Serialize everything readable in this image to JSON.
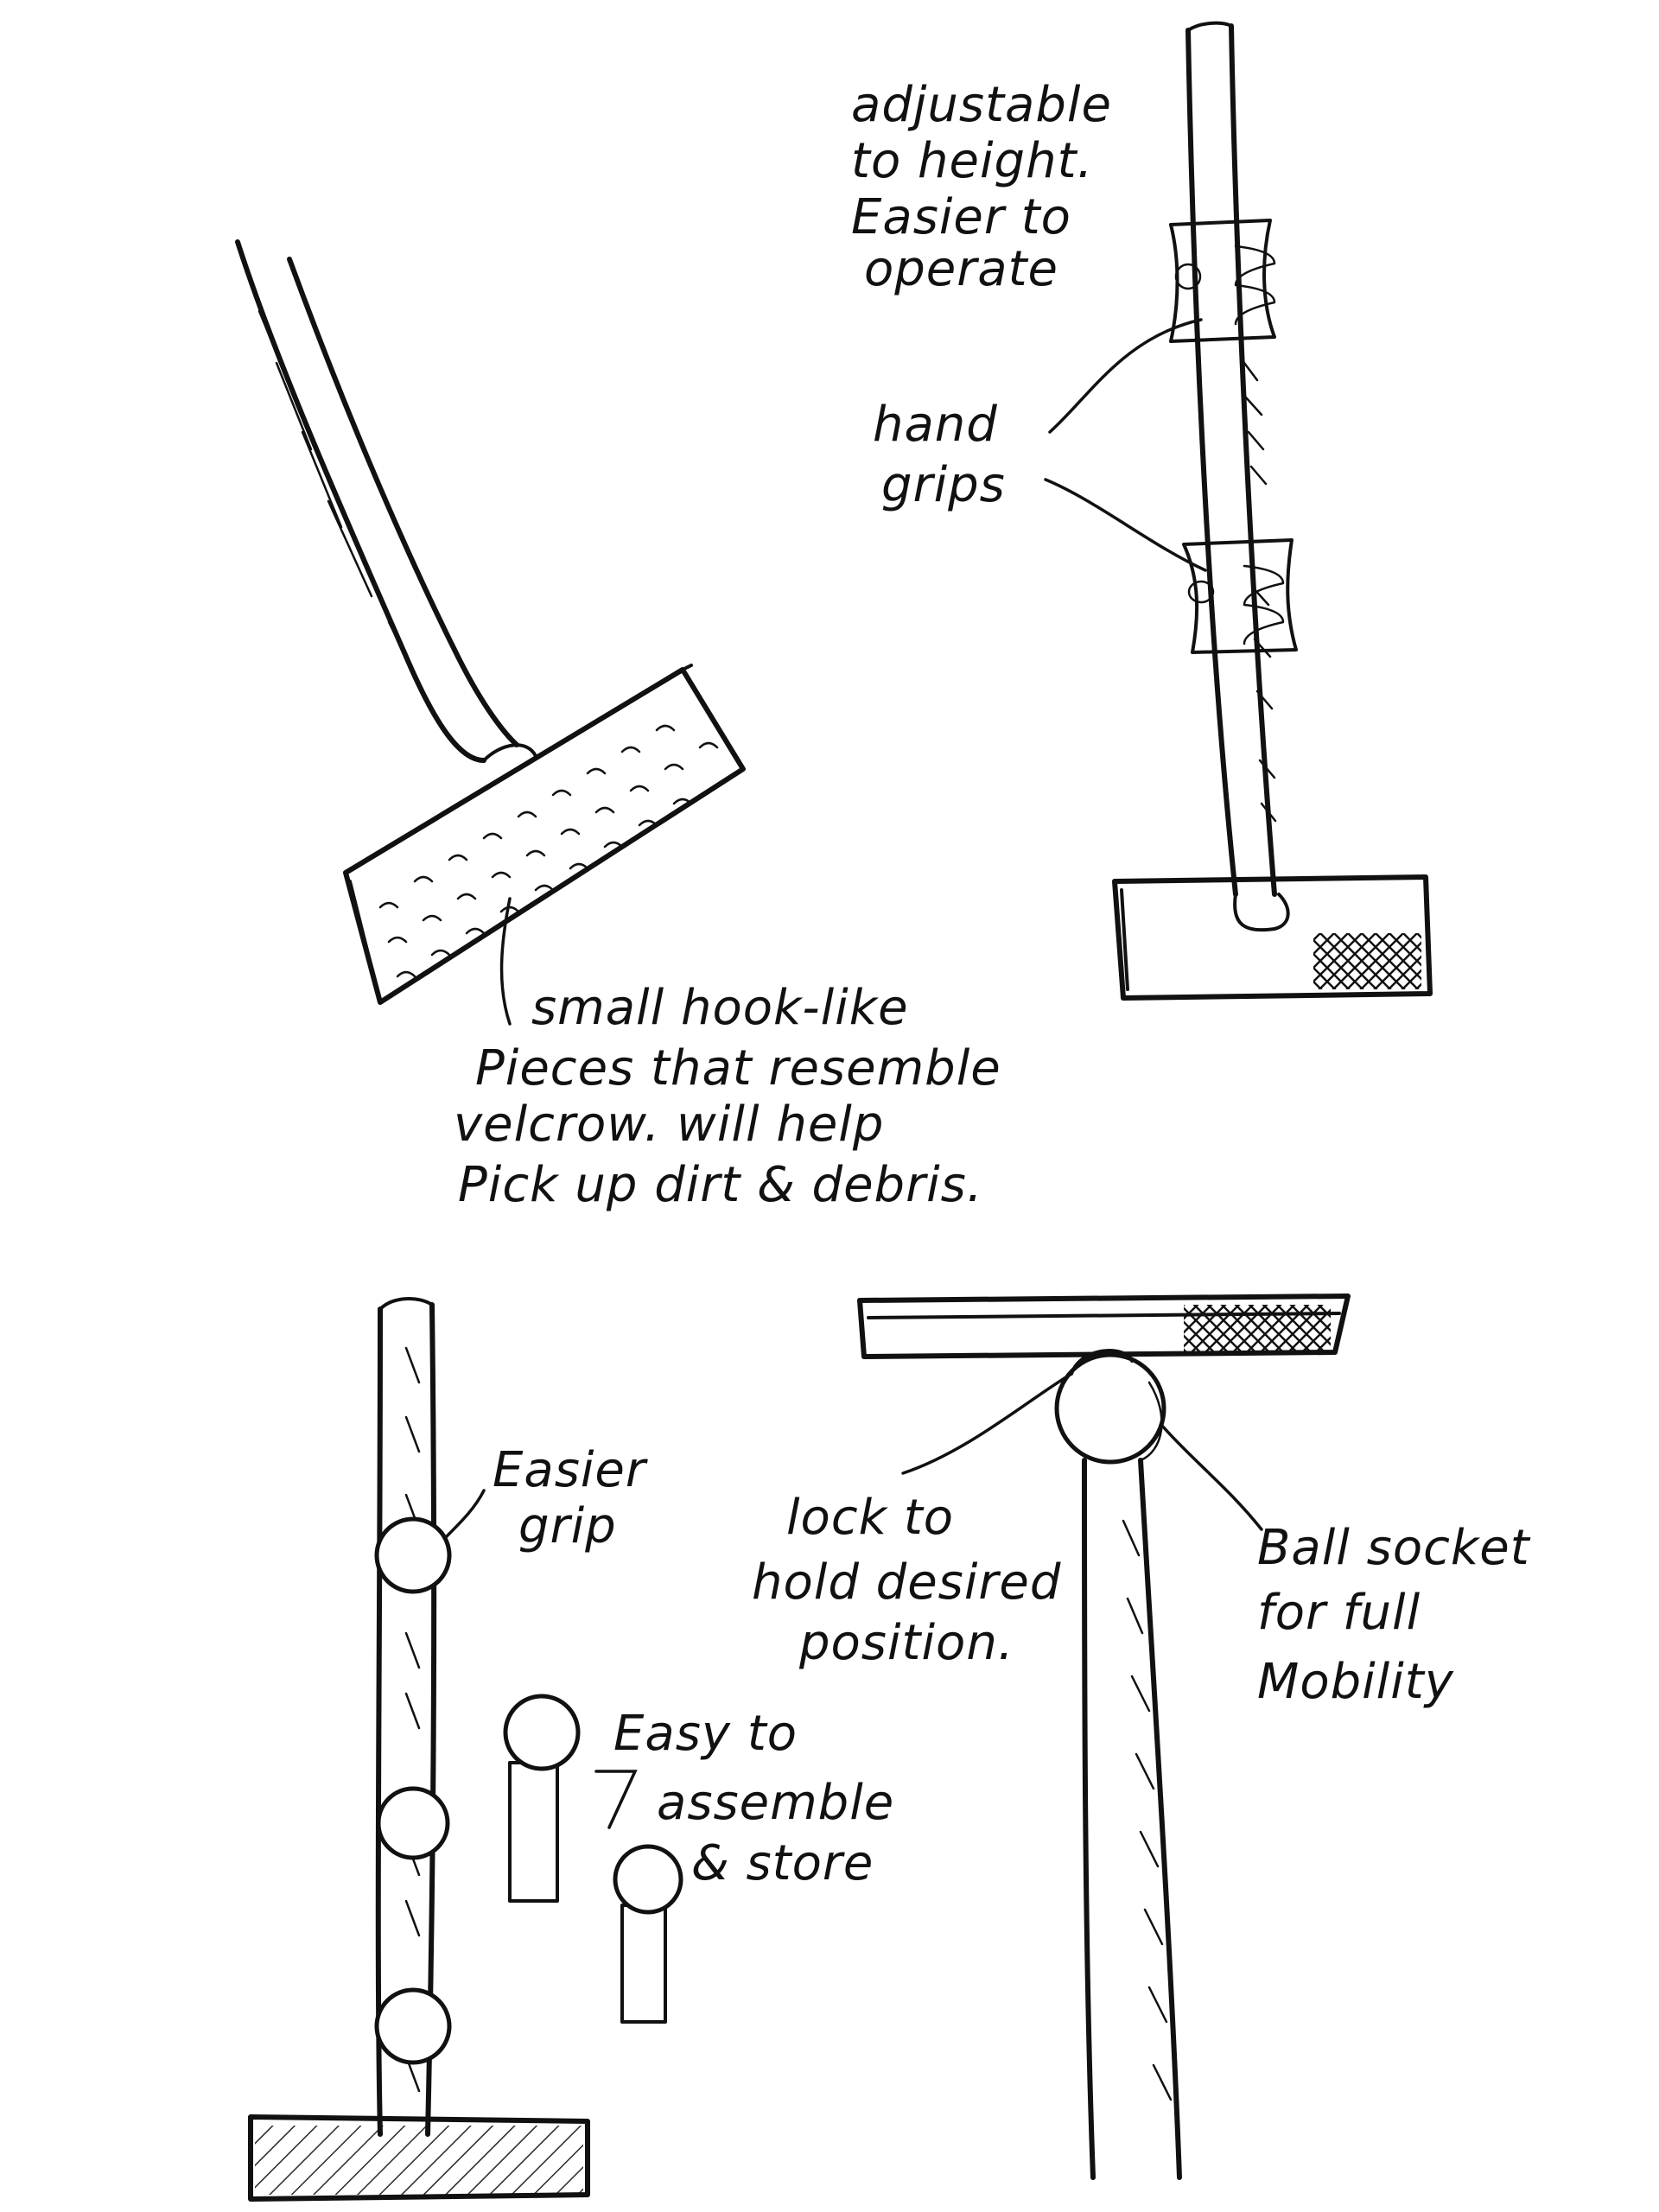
{
  "notes": {
    "adjustable": [
      "adjustable",
      "to height.",
      "Easier to",
      "operate"
    ],
    "hand_grips": [
      "hand",
      "grips"
    ],
    "velcrow": [
      "small hook-like",
      "Pieces that resemble",
      "velcrow. will help",
      "Pick up dirt & debris."
    ],
    "easier_grip": [
      "Easier",
      "grip"
    ],
    "assemble": [
      "Easy to",
      "assemble",
      "& store"
    ],
    "lock": [
      "lock to",
      "hold desired",
      "position."
    ],
    "ball_socket": [
      "Ball socket",
      "for full",
      "Mobility"
    ]
  },
  "colors": {
    "ink": "#111111",
    "paper": "#ffffff"
  }
}
